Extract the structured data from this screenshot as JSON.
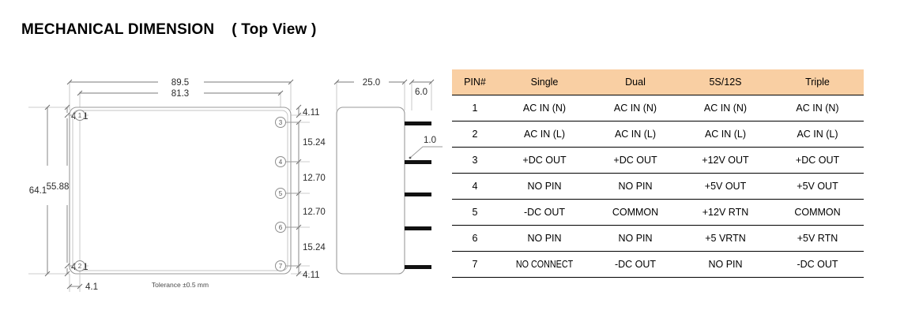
{
  "title": "MECHANICAL DIMENSION    ( Top View )",
  "drawing": {
    "note": "Tolerance ±0.5 mm",
    "dims": {
      "top_outer": "89.5",
      "top_inner": "81.3",
      "left_overall": "64.1",
      "left_inner": "55.88",
      "left_top_gap": "4.11",
      "left_bottom_gap": "4.11",
      "right_top_gap": "4.11",
      "right_bottom_gap": "4.11",
      "right_seg1": "15.24",
      "right_seg2": "12.70",
      "right_seg3": "12.70",
      "right_seg4": "15.24",
      "bottom_offset": "4.1",
      "side_width": "25.0",
      "pin_length": "6.0",
      "pin_thickness": "1.0"
    },
    "pin_markers": [
      "1",
      "2",
      "3",
      "4",
      "5",
      "6",
      "7"
    ]
  },
  "table": {
    "headers": [
      "PIN#",
      "Single",
      "Dual",
      "5S/12S",
      "Triple"
    ],
    "header_bg": "#f9cfa3",
    "rows": [
      [
        "1",
        "AC IN (N)",
        "AC IN (N)",
        "AC IN (N)",
        "AC IN (N)"
      ],
      [
        "2",
        "AC IN (L)",
        "AC IN (L)",
        "AC IN (L)",
        "AC IN (L)"
      ],
      [
        "3",
        "+DC OUT",
        "+DC OUT",
        "+12V OUT",
        "+DC OUT"
      ],
      [
        "4",
        "NO PIN",
        "NO PIN",
        "+5V OUT",
        "+5V OUT"
      ],
      [
        "5",
        "-DC OUT",
        "COMMON",
        "+12V RTN",
        "COMMON"
      ],
      [
        "6",
        "NO PIN",
        "NO PIN",
        "+5 VRTN",
        "+5V RTN"
      ],
      [
        "7",
        "NO CONNECT",
        "-DC OUT",
        "NO PIN",
        "-DC OUT"
      ]
    ]
  }
}
